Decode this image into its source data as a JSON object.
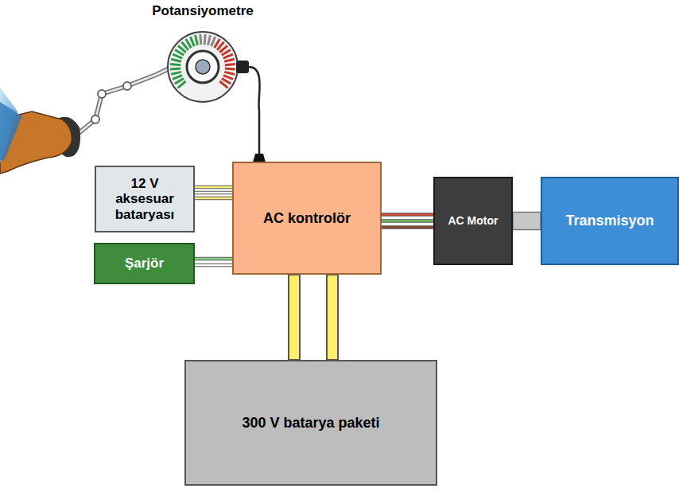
{
  "diagram": {
    "nodes": [
      {
        "text": [
          "Potansiyometre"
        ]
      },
      {
        "text": [
          "12 V aksesuar bataryası"
        ]
      },
      {
        "text": [
          "AC kontrolör"
        ]
      },
      {
        "text": [
          "Şarjör"
        ]
      },
      {
        "text": [
          "AC Motor"
        ]
      },
      {
        "text": [
          "Transmisyon"
        ]
      },
      {
        "text": [
          "300 V batarya paketi"
        ]
      }
    ],
    "edges": [
      {
        "from": 0,
        "to": 2,
        "arrow": "none"
      },
      {
        "from": 1,
        "to": 2,
        "arrow": "none"
      },
      {
        "from": 3,
        "to": 2,
        "arrow": "none"
      },
      {
        "from": 2,
        "to": 4,
        "arrow": "none"
      },
      {
        "from": 4,
        "to": 5,
        "arrow": "none"
      },
      {
        "from": 2,
        "to": 6,
        "arrow": "none"
      }
    ]
  }
}
